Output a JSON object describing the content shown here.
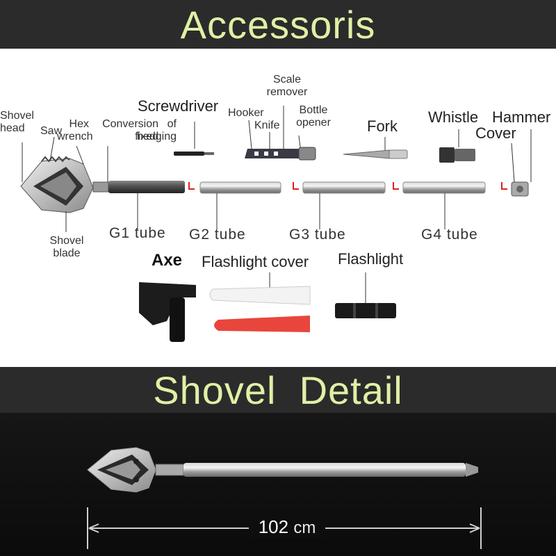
{
  "banners": {
    "accessories_title": "Accessoris",
    "detail_title": "Shovel  Detail"
  },
  "labels": {
    "shovel_head": "Shovel\nhead",
    "saw": "Saw",
    "hex_wrench": "Hex\nwrench",
    "conversion_fixed": "Conversion\nfixed",
    "of_hedging": "of\nhedging",
    "screwdriver": "Screwdriver",
    "scale_remover": "Scale\nremover",
    "hooker": "Hooker",
    "knife": "Knife",
    "bottle_opener": "Bottle\nopener",
    "fork": "Fork",
    "whistle": "Whistle",
    "hammer": "Hammer",
    "cover": "Cover",
    "shovel_blade": "Shovel\nblade",
    "g1_tube": "G1  tube",
    "g2_tube": "G2  tube",
    "g3_tube": "G3  tube",
    "g4_tube": "G4  tube",
    "axe": "Axe",
    "flashlight_cover": "Flashlight  cover",
    "flashlight": "Flashlight"
  },
  "dimension": {
    "value": "102",
    "unit": "cm"
  },
  "colors": {
    "banner_bg": "#2b2b2b",
    "banner_text": "#dff0a6",
    "arrow_red": "#e02020",
    "flashlight_cover_red": "#e8463c"
  }
}
